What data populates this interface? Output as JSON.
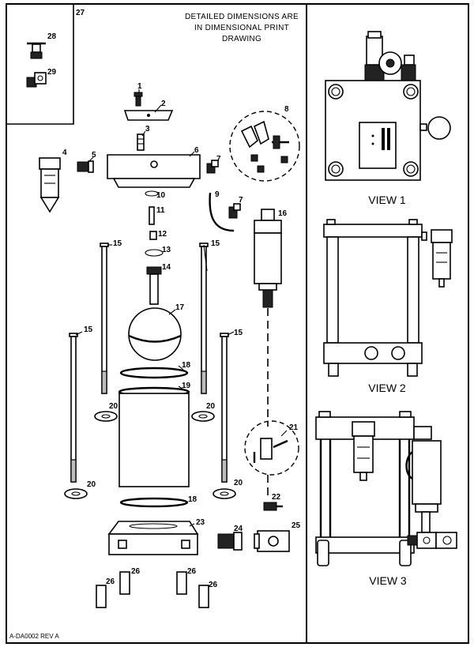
{
  "note": {
    "line1": "DETAILED DIMENSIONS ARE",
    "line2": "IN DIMENSIONAL PRINT",
    "line3": "DRAWING"
  },
  "drawing_number": "A-DA0002 REV A",
  "views": [
    "VIEW 1",
    "VIEW 2",
    "VIEW 3"
  ],
  "callouts": [
    "1",
    "2",
    "3",
    "4",
    "5",
    "6",
    "7",
    "7",
    "8",
    "9",
    "10",
    "11",
    "12",
    "13",
    "14",
    "15",
    "15",
    "15",
    "15",
    "16",
    "17",
    "18",
    "18",
    "19",
    "20",
    "20",
    "20",
    "20",
    "21",
    "22",
    "23",
    "24",
    "25",
    "26",
    "26",
    "26",
    "26",
    "27",
    "28",
    "29"
  ]
}
